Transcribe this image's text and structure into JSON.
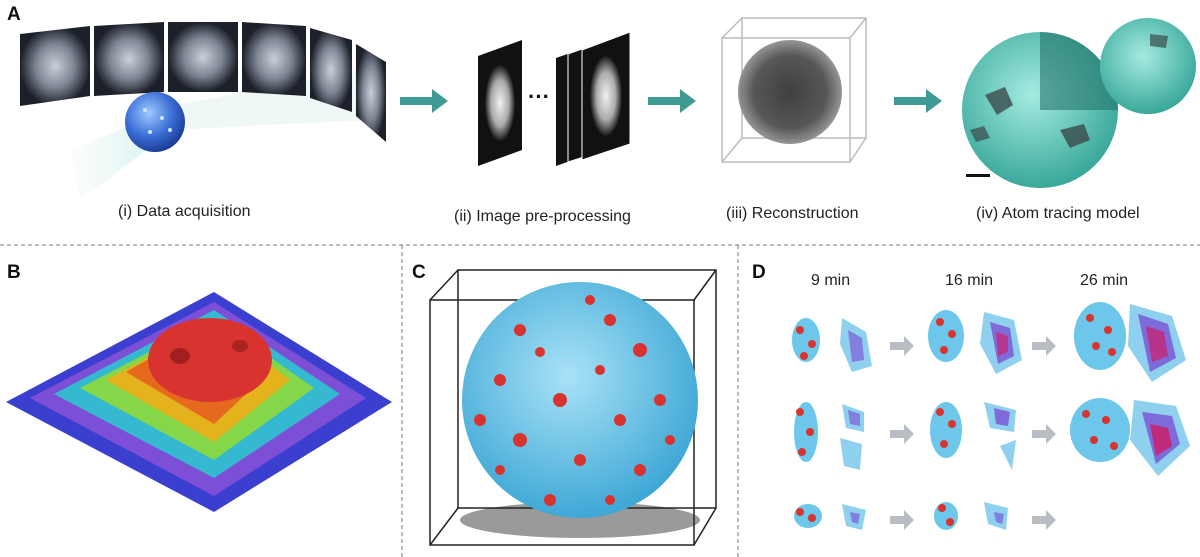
{
  "panels": {
    "A": {
      "letter": "A",
      "captions": [
        "(i) Data acquisition",
        "(ii) Image pre-processing",
        "(iii) Reconstruction",
        "(iv)  Atom tracing model"
      ],
      "ellipsis": "···"
    },
    "B": {
      "letter": "B"
    },
    "C": {
      "letter": "C"
    },
    "D": {
      "letter": "D",
      "times": [
        "9 min",
        "16 min",
        "26 min"
      ]
    }
  },
  "colors": {
    "arrow": "#3f9a94",
    "atom_teal": "#6ccfc3",
    "atom_blue": "#6cc7ea",
    "atom_red": "#d9332f",
    "hull_light": "#8fd0ef",
    "hull_violet": "#7e6ad9",
    "hull_magenta": "#c02a7a",
    "grey_arrow": "#b9bec4"
  }
}
